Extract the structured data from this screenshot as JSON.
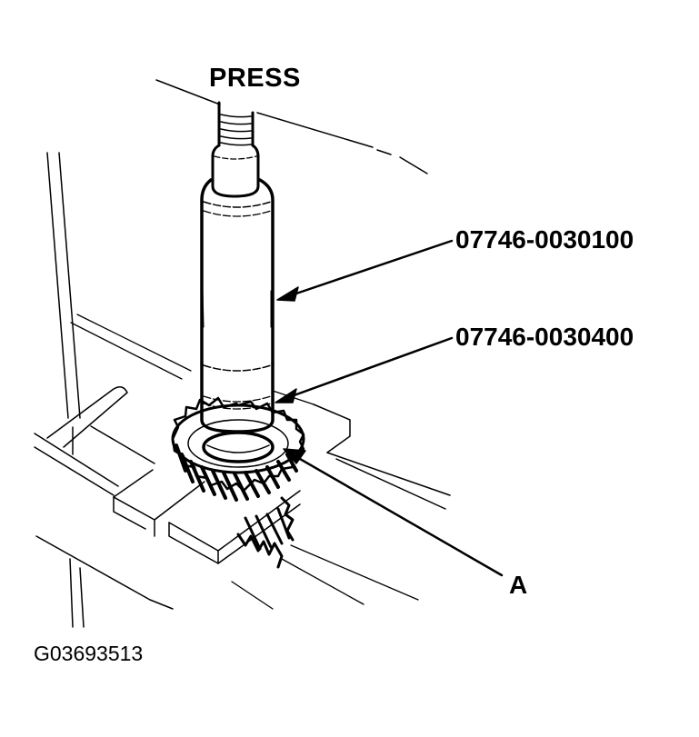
{
  "diagram": {
    "type": "technical-illustration",
    "subject": "Pressing a gear onto a shaft with special tools in a hydraulic press",
    "labels": {
      "press": "PRESS",
      "tool_upper": "07746-0030100",
      "tool_lower": "07746-0030400",
      "part_a": "A",
      "figure_id": "G03693513"
    },
    "colors": {
      "line": "#000000",
      "background": "#ffffff"
    }
  }
}
